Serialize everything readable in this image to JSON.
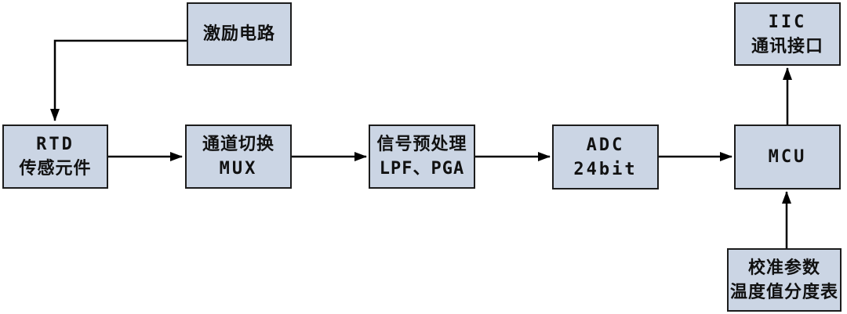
{
  "diagram": {
    "nodes": {
      "excitation": {
        "line1": "激励电路"
      },
      "rtd": {
        "line1": "RTD",
        "line2": "传感元件"
      },
      "mux": {
        "line1": "通道切换",
        "line2": "MUX"
      },
      "preprocess": {
        "line1": "信号预处理",
        "line2": "LPF、PGA"
      },
      "adc": {
        "line1": "ADC",
        "line2": "24bit"
      },
      "mcu": {
        "line1": "MCU"
      },
      "iic": {
        "line1": "IIC",
        "line2": "通讯接口"
      },
      "calibration": {
        "line1": "校准参数",
        "line2": "温度值分度表"
      }
    },
    "colors": {
      "node_fill": "#cbd5e4",
      "node_border": "#1c1c1c",
      "arrow": "#000000",
      "background": "#ffffff"
    }
  }
}
